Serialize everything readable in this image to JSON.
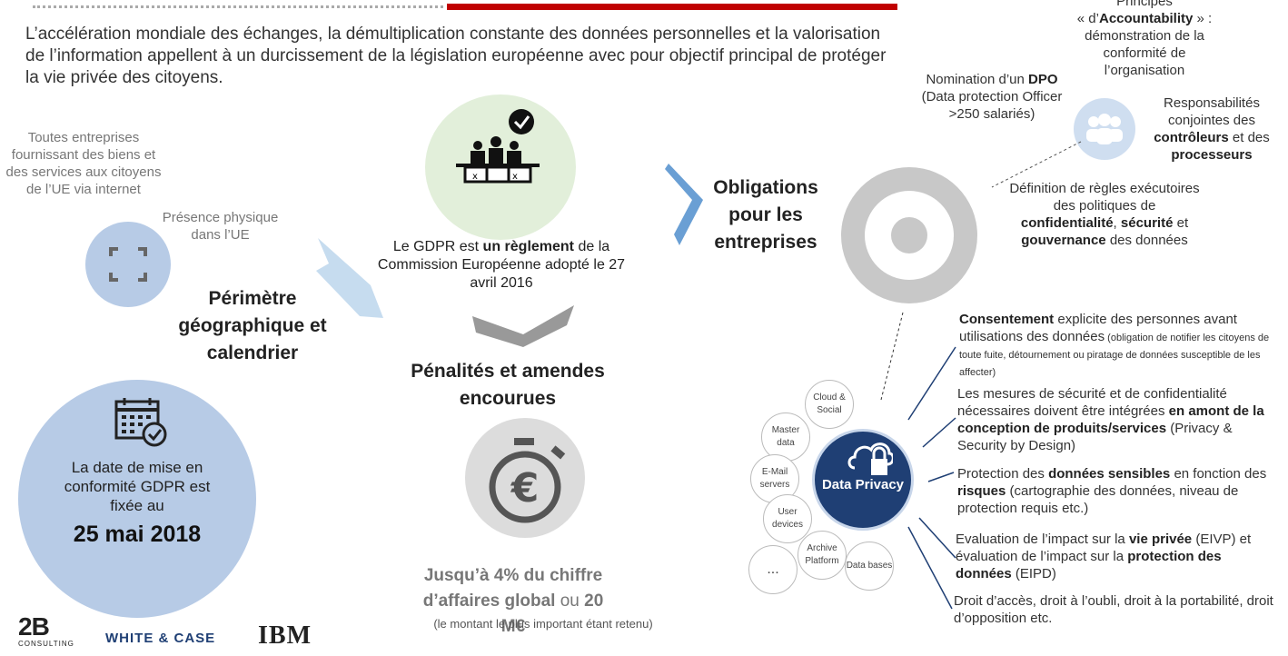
{
  "intro": "L’accélération mondiale des échanges, la démultiplication constante des données personnelles et la valorisation de l’information appellent à un durcissement de la législation européenne avec pour objectif principal de protéger la vie privée des citoyens.",
  "perimetre": {
    "companies": "Toutes entreprises fournissant des biens et des services aux citoyens de l’UE via internet",
    "presence": "Présence physique dans l’UE",
    "heading": "Périmètre géographique et calendrier",
    "date_intro": "La date de mise en conformité GDPR est fixée au",
    "date": "25 mai 2018"
  },
  "center": {
    "reglement_pre": "Le GDPR est",
    "reglement_bold": "un règlement",
    "reglement_post": "de la Commission Européenne adopté le 27 avril 2016",
    "penalites_heading": "Pénalités et amendes encourues",
    "amount_a": "Jusqu’à 4% du chiffre d’affaires global",
    "amount_or": "ou",
    "amount_b": "20 M€",
    "amount_note": "(le montant le plus important étant retenu)"
  },
  "obligations": {
    "heading": "Obligations pour les entreprises",
    "dpo_pre": "Nomination d’un",
    "dpo_bold": "DPO",
    "dpo_post": "(Data protection Officer >250 salariés)",
    "principles_1": "Principes",
    "principles_2_pre": "« d’",
    "principles_2_bold": "Accountability",
    "principles_2_post": "» :",
    "principles_3": "démonstration de la conformité de l’organisation",
    "resp_1": "Responsabilités conjointes des",
    "resp_bold1": "contrôleurs",
    "resp_and": "et des",
    "resp_bold2": "processeurs",
    "rules_1": "Définition de règles exécutoires des politiques de",
    "rules_b1": "confidentialité",
    "rules_comma": ",",
    "rules_b2": "sécurité",
    "rules_et": "et",
    "rules_b3": "gouvernance",
    "rules_end": "des données"
  },
  "privacy": {
    "label": "Data Privacy",
    "bubbles": [
      "Cloud & Social",
      "Master data",
      "E-Mail servers",
      "User devices",
      "Archive Platform",
      "Data bases",
      "..."
    ],
    "items": [
      {
        "b": "Consentement",
        "t": " explicite des personnes avant utilisations des données",
        "s": " (obligation de notifier les citoyens de toute fuite, détournement ou piratage de données susceptible de les affecter)"
      },
      {
        "t1": "Les mesures de sécurité et de confidentialité nécessaires doivent être intégrées ",
        "b": "en amont de la conception de produits/services",
        "t2": " (Privacy & Security by Design)"
      },
      {
        "t1": "Protection des ",
        "b": "données sensibles",
        "t2": " en fonction des ",
        "b2": "risques",
        "t3": " (cartographie des données, niveau de protection requis etc.)"
      },
      {
        "t1": "Evaluation de l’impact sur la ",
        "b": "vie privée",
        "t2": " (EIVP) et évaluation de l’impact sur la ",
        "b2": "protection des données",
        "t3": " (EIPD)"
      },
      {
        "t1": "Droit d’accès, droit à l’oubli, droit à la portabilité, droit d’opposition etc."
      }
    ]
  },
  "logos": {
    "a": "2B",
    "a_sub": "CONSULTING",
    "b": "WHITE & CASE",
    "c": "IBM"
  },
  "colors": {
    "accent_blue": "#1f3f74",
    "light_blue": "#b7cbe6",
    "red": "#c00000",
    "grey": "#bfbfbf",
    "green_bg": "#e2efda"
  }
}
